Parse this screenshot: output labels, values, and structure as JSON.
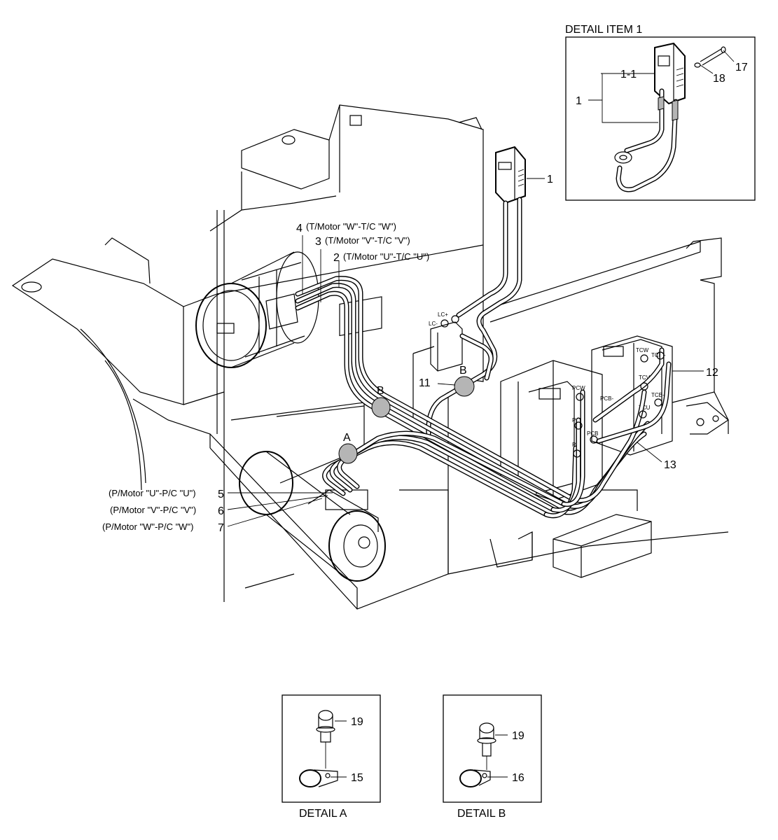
{
  "detail_item_1": {
    "title": "DETAIL ITEM 1",
    "labels": [
      "1-1",
      "1",
      "17",
      "18"
    ]
  },
  "detail_a": {
    "caption": "DETAIL A",
    "labels": [
      "19",
      "15"
    ]
  },
  "detail_b": {
    "caption": "DETAIL B",
    "labels": [
      "19",
      "16"
    ]
  },
  "callouts": {
    "item_1": "1",
    "item_2": {
      "num": "2",
      "desc": "(T/Motor \"U\"-T/C \"U\")"
    },
    "item_3": {
      "num": "3",
      "desc": "(T/Motor \"V\"-T/C \"V\")"
    },
    "item_4": {
      "num": "4",
      "desc": "(T/Motor \"W\"-T/C \"W\")"
    },
    "item_5": {
      "num": "5",
      "desc": "(P/Motor \"U\"-P/C \"U\")"
    },
    "item_6": {
      "num": "6",
      "desc": "(P/Motor \"V\"-P/C \"V\")"
    },
    "item_7": {
      "num": "7",
      "desc": "(P/Motor \"W\"-P/C \"W\")"
    },
    "item_11": "11",
    "item_12": "12",
    "item_13": "13",
    "clamp_a": "A",
    "clamp_b1": "B",
    "clamp_b2": "B"
  },
  "terminal_marks": [
    "LC+",
    "LC-",
    "PCW",
    "PCV",
    "PCU",
    "PCB-",
    "PCB",
    "TCW",
    "TCB+",
    "TCV",
    "TCB-",
    "TCU"
  ]
}
